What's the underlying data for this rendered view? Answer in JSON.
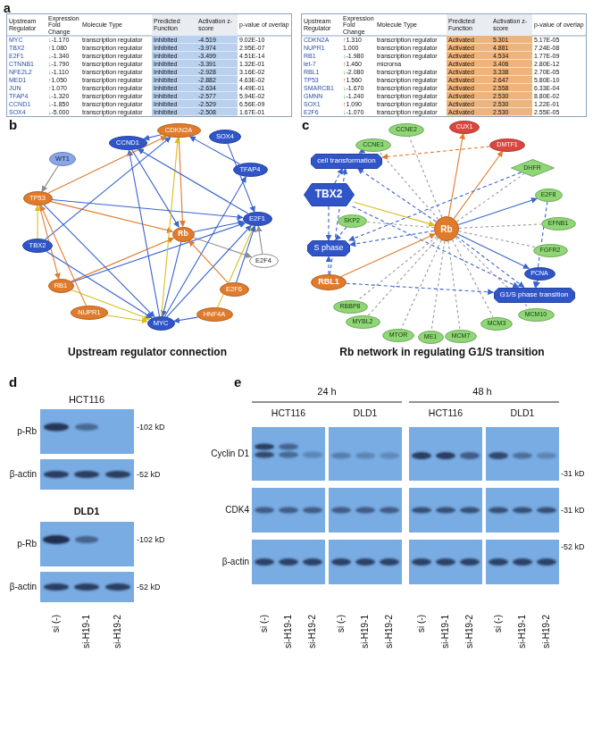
{
  "diagram": {
    "nodes": [
      {
        "text": [
          "CDKN2A"
        ]
      },
      {
        "text": [
          "CCND1"
        ]
      },
      {
        "text": [
          "SOX4"
        ]
      },
      {
        "text": [
          "TFAP4"
        ]
      },
      {
        "text": [
          "WT1"
        ]
      },
      {
        "text": [
          "TP53"
        ]
      },
      {
        "text": [
          "E2F1"
        ]
      },
      {
        "text": [
          "TBX2"
        ]
      },
      {
        "text": [
          "Rb"
        ]
      },
      {
        "text": [
          "E2F4"
        ]
      },
      {
        "text": [
          "RB1"
        ]
      },
      {
        "text": [
          "E2F6"
        ]
      },
      {
        "text": [
          "NUPR1"
        ]
      },
      {
        "text": [
          "HNF4A"
        ]
      },
      {
        "text": [
          "MYC"
        ]
      },
      {
        "text": [
          "CUX1"
        ]
      },
      {
        "text": [
          "CCNE2"
        ]
      },
      {
        "text": [
          "CCNE1"
        ]
      },
      {
        "text": [
          "DMTF1"
        ]
      },
      {
        "text": [
          "cell transformation"
        ]
      },
      {
        "text": [
          "DHFR"
        ]
      },
      {
        "text": [
          "TBX2"
        ]
      },
      {
        "text": [
          "E2F8"
        ]
      },
      {
        "text": [
          "SKP2"
        ]
      },
      {
        "text": [
          "Rb"
        ]
      },
      {
        "text": [
          "EFNB1"
        ]
      },
      {
        "text": [
          "S phase"
        ]
      },
      {
        "text": [
          "FGFR2"
        ]
      },
      {
        "text": [
          "PCNA"
        ]
      },
      {
        "text": [
          "RBL1"
        ]
      },
      {
        "text": [
          "G1/S phase transition"
        ]
      },
      {
        "text": [
          "MCM10"
        ]
      },
      {
        "text": [
          "RBBP8"
        ]
      },
      {
        "text": [
          "MYBL2"
        ]
      },
      {
        "text": [
          "MCM3"
        ]
      },
      {
        "text": [
          "MTOR"
        ]
      },
      {
        "text": [
          "ME1"
        ]
      },
      {
        "text": [
          "MCM7"
        ]
      }
    ],
    "edges": [
      {
        "from": 0,
        "to": 8,
        "arrow": "to"
      },
      {
        "from": 8,
        "to": 6,
        "arrow": "to"
      },
      {
        "from": 8,
        "to": 9,
        "arrow": "to"
      },
      {
        "from": 10,
        "to": 8,
        "arrow": "to"
      },
      {
        "from": 5,
        "to": 8,
        "arrow": "to"
      },
      {
        "from": 8,
        "to": 14,
        "arrow": "to"
      },
      {
        "from": 14,
        "to": 6,
        "arrow": "to"
      },
      {
        "from": 14,
        "to": 1,
        "arrow": "to"
      },
      {
        "from": 0,
        "to": 1,
        "arrow": "to"
      },
      {
        "from": 5,
        "to": 14,
        "arrow": "to"
      },
      {
        "from": 5,
        "to": 6,
        "arrow": "to"
      },
      {
        "from": 5,
        "to": 0,
        "arrow": "to"
      },
      {
        "from": 10,
        "to": 6,
        "arrow": "to"
      },
      {
        "from": 10,
        "to": 14,
        "arrow": "to"
      },
      {
        "from": 12,
        "to": 14,
        "arrow": "to"
      },
      {
        "from": 13,
        "to": 6,
        "arrow": "to"
      },
      {
        "from": 11,
        "to": 6,
        "arrow": "to"
      },
      {
        "from": 9,
        "to": 6,
        "arrow": "to"
      },
      {
        "from": 7,
        "to": 5,
        "arrow": "to"
      },
      {
        "from": 7,
        "to": 0,
        "arrow": "to"
      },
      {
        "from": 3,
        "to": 0,
        "arrow": "to"
      },
      {
        "from": 2,
        "to": 6,
        "arrow": "to"
      },
      {
        "from": 1,
        "to": 8,
        "arrow": "to"
      },
      {
        "from": 4,
        "to": 5,
        "arrow": "to"
      },
      {
        "from": 14,
        "to": 3,
        "arrow": "to"
      },
      {
        "from": 14,
        "to": 0,
        "arrow": "to"
      },
      {
        "from": 6,
        "to": 1,
        "arrow": "to"
      },
      {
        "from": 12,
        "to": 5,
        "arrow": "to"
      },
      {
        "from": 5,
        "to": 10,
        "arrow": "to"
      },
      {
        "from": 13,
        "to": 14,
        "arrow": "to"
      },
      {
        "from": 11,
        "to": 8,
        "arrow": "to"
      },
      {
        "from": 7,
        "to": 14,
        "arrow": "to"
      },
      {
        "from": 24,
        "to": 19,
        "arrow": "to"
      },
      {
        "from": 24,
        "to": 26,
        "arrow": "to"
      },
      {
        "from": 24,
        "to": 30,
        "arrow": "to"
      },
      {
        "from": 29,
        "to": 19,
        "arrow": "to"
      },
      {
        "from": 29,
        "to": 26,
        "arrow": "to"
      },
      {
        "from": 29,
        "to": 30,
        "arrow": "to"
      },
      {
        "from": 21,
        "to": 19,
        "arrow": "to"
      },
      {
        "from": 21,
        "to": 26,
        "arrow": "to"
      },
      {
        "from": 21,
        "to": 30,
        "arrow": "to"
      },
      {
        "from": 24,
        "to": 18,
        "arrow": "to"
      },
      {
        "from": 24,
        "to": 15,
        "arrow": "to"
      },
      {
        "from": 24,
        "to": 22,
        "arrow": "to"
      },
      {
        "from": 24,
        "to": 28,
        "arrow": "to"
      },
      {
        "from": 24,
        "to": 16,
        "arrow": "none"
      },
      {
        "from": 24,
        "to": 17,
        "arrow": "none"
      },
      {
        "from": 24,
        "to": 20,
        "arrow": "none"
      },
      {
        "from": 24,
        "to": 25,
        "arrow": "none"
      },
      {
        "from": 24,
        "to": 27,
        "arrow": "none"
      },
      {
        "from": 24,
        "to": 31,
        "arrow": "none"
      },
      {
        "from": 24,
        "to": 34,
        "arrow": "none"
      },
      {
        "from": 24,
        "to": 37,
        "arrow": "none"
      },
      {
        "from": 24,
        "to": 36,
        "arrow": "none"
      },
      {
        "from": 24,
        "to": 35,
        "arrow": "none"
      },
      {
        "from": 24,
        "to": 33,
        "arrow": "none"
      },
      {
        "from": 24,
        "to": 32,
        "arrow": "none"
      },
      {
        "from": 24,
        "to": 23,
        "arrow": "none"
      },
      {
        "from": 29,
        "to": 24,
        "arrow": "to"
      },
      {
        "from": 21,
        "to": 24,
        "arrow": "to"
      },
      {
        "from": 28,
        "to": 30,
        "arrow": "to"
      },
      {
        "from": 17,
        "to": 19,
        "arrow": "to"
      },
      {
        "from": 23,
        "to": 26,
        "arrow": "to"
      },
      {
        "from": 20,
        "to": 26,
        "arrow": "to"
      },
      {
        "from": 22,
        "to": 30,
        "arrow": "to"
      },
      {
        "from": 18,
        "to": 19,
        "arrow": "to"
      }
    ],
    "labels": [
      "a",
      "Upstream Regulator",
      "Expression Fold Change",
      "Molecule Type",
      "Predicted Function",
      "Activation z-score",
      "p-value of overlap",
      "MYC",
      "↓-1.170",
      "transcription regulator",
      "Inhibited",
      "-4.519",
      "9.02E-10",
      "TBX2",
      "↑1.080",
      "transcription regulator",
      "Inhibited",
      "-3.974",
      "2.95E-07",
      "E2F1",
      "↓-1.340",
      "transcription regulator",
      "Inhibited",
      "-3.499",
      "4.51E-14",
      "CTNNB1",
      "↓-1.790",
      "transcription regulator",
      "Inhibited",
      "-3.391",
      "1.32E-01",
      "NFE2L2",
      "↓-1.110",
      "transcription regulator",
      "Inhibited",
      "-2.928",
      "3.16E-02",
      "MED1",
      "↑1.050",
      "transcription regulator",
      "Inhibited",
      "-2.882",
      "4.63E-02",
      "JUN",
      "↑1.070",
      "transcription regulator",
      "Inhibited",
      "-2.634",
      "4.49E-01",
      "TFAP4",
      "↓-1.320",
      "transcription regulator",
      "Inhibited",
      "-2.577",
      "5.94E-02",
      "CCND1",
      "↓-1.850",
      "transcription regulator",
      "Inhibited",
      "-2.529",
      "6.56E-09",
      "SOX4",
      "↓-5.000",
      "transcription regulator",
      "Inhibited",
      "-2.508",
      "1.67E-01",
      "Upstream Regulator",
      "Expression Fold Change",
      "Molecule Type",
      "Predicted Function",
      "Activation z-score",
      "p-value of overlap",
      "CDKN2A",
      "↑1.310",
      "transcription regulator",
      "Activated",
      "5.301",
      "5.17E-05",
      "NUPR1",
      "1.000",
      "transcription regulator",
      "Activated",
      "4.881",
      "7.24E-08",
      "RB1",
      "↓-1.980",
      "transcription regulator",
      "Activated",
      "4.534",
      "1.77E-09",
      "let-7",
      "↑1.460",
      "microrna",
      "Activated",
      "3.406",
      "2.80E-12",
      "RBL1",
      "↓-2.080",
      "transcription regulator",
      "Activated",
      "3.338",
      "2.70E-05",
      "TP53",
      "↑1.560",
      "transcription regulator",
      "Activated",
      "2.647",
      "5.80E-10",
      "SMARCB1",
      "↓-1.670",
      "transcription regulator",
      "Activated",
      "2.558",
      "6.33E-04",
      "GMNN",
      "↓-1.240",
      "transcription regulator",
      "Activated",
      "2.530",
      "8.80E-02",
      "SOX1",
      "↑1.090",
      "transcription regulator",
      "Activated",
      "2.530",
      "1.22E-01",
      "E2F6",
      "↓-1.070",
      "transcription regulator",
      "Activated",
      "2.530",
      "2.55E-05",
      "b",
      "Upstream regulator connection",
      "c",
      "Rb network in regulating G1/S transition",
      "d",
      "HCT116",
      "p-Rb",
      "-102 kD",
      "β-actin",
      "-52 kD",
      "DLD1",
      "p-Rb",
      "-102 kD",
      "β-actin",
      "-52 kD",
      "si (-)",
      "si-H19-1",
      "si-H19-2",
      "e",
      "24 h",
      "48 h",
      "HCT116",
      "DLD1",
      "HCT116",
      "DLD1",
      "Cyclin D1",
      "CDK4",
      "β-actin",
      "-31 kD",
      "-31 kD",
      "-52 kD",
      "si (-)",
      "si-H19-1",
      "si-H19-2",
      "si (-)",
      "si-H19-1",
      "si-H19-2",
      "si (-)",
      "si-H19-1",
      "si-H19-2",
      "si (-)",
      "si-H19-1",
      "si-H19-2"
    ]
  }
}
